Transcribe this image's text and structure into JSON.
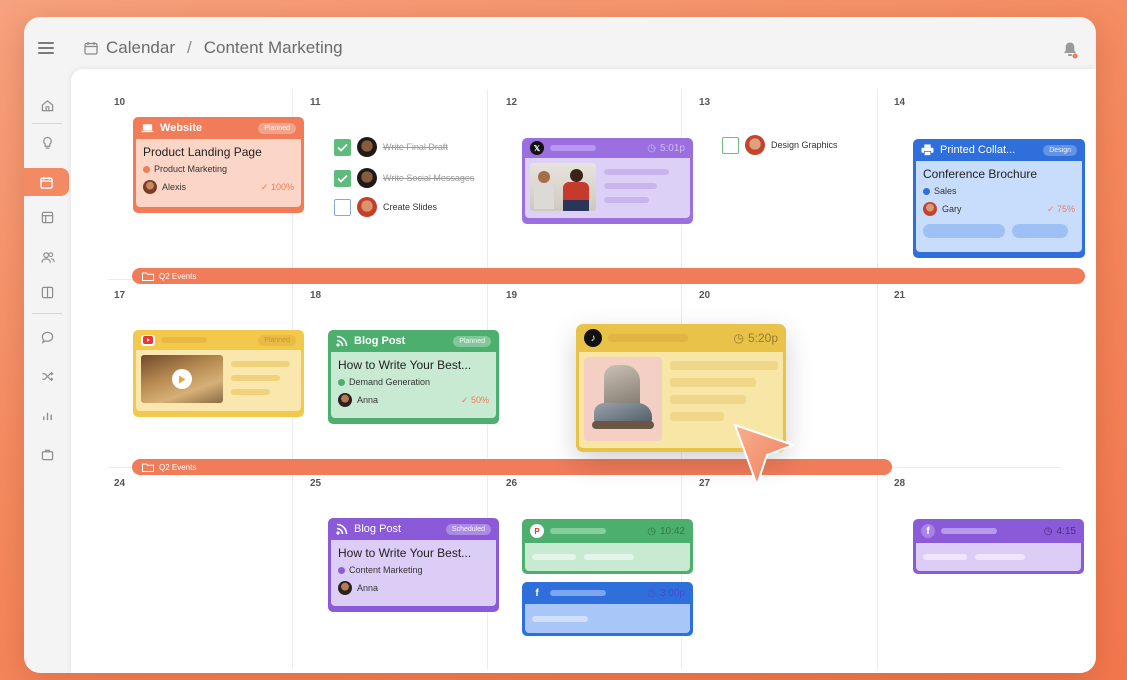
{
  "header": {
    "title": "Calendar",
    "separator": "/",
    "subtitle": "Content Marketing"
  },
  "sidebar": {
    "items": [
      {
        "icon": "home-icon"
      },
      {
        "icon": "lightbulb-icon"
      },
      {
        "icon": "calendar-icon",
        "active": true
      },
      {
        "icon": "layout-icon"
      },
      {
        "icon": "users-icon"
      },
      {
        "icon": "book-icon"
      },
      {
        "icon": "chat-icon"
      },
      {
        "icon": "shuffle-icon"
      },
      {
        "icon": "bar-chart-icon"
      },
      {
        "icon": "briefcase-icon"
      }
    ]
  },
  "days": {
    "d10": "10",
    "d11": "11",
    "d12": "12",
    "d13": "13",
    "d14": "14",
    "d17": "17",
    "d18": "18",
    "d19": "19",
    "d20": "20",
    "d21": "21",
    "d24": "24",
    "d25": "25",
    "d26": "26",
    "d27": "27",
    "d28": "28"
  },
  "cards": {
    "website": {
      "category": "Website",
      "status": "Planned",
      "title": "Product Landing Page",
      "tag": "Product Marketing",
      "user": "Alexis",
      "progress": "100%"
    },
    "print": {
      "category": "Printed Collat...",
      "status": "Design",
      "title": "Conference Brochure",
      "tag": "Sales",
      "user": "Gary",
      "progress": "75%"
    },
    "blog1": {
      "category": "Blog Post",
      "status": "Planned",
      "title": "How to Write Your Best...",
      "tag": "Demand Generation",
      "user": "Anna",
      "progress": "50%"
    },
    "blog2": {
      "category": "Blog Post",
      "status": "Scheduled",
      "title": "How to Write Your Best...",
      "tag": "Content Marketing",
      "user": "Anna"
    },
    "youtube": {
      "status": "Planned"
    },
    "x": {
      "time": "5:01p"
    },
    "tiktok": {
      "time": "5:20p"
    },
    "pinterest": {
      "time": "10:42"
    },
    "facebook1": {
      "time": "3:00p"
    },
    "facebook2": {
      "time": "4:15"
    }
  },
  "tasks": [
    {
      "label": "Write Final Draft",
      "done": true
    },
    {
      "label": "Write Social Messages",
      "done": true
    },
    {
      "label": "Create Slides",
      "done": false
    },
    {
      "label": "Design Graphics",
      "done": false
    }
  ],
  "events": {
    "row1": "Q2 Events",
    "row2": "Q2 Events"
  },
  "colors": {
    "accent": "#f28a63",
    "website": "#f07c5a",
    "blog_green": "#4caf6e",
    "blog_purple": "#8a5ad8",
    "print_blue": "#2f6fdb",
    "x_purple": "#9b6fe0",
    "youtube_yellow": "#f2c94c",
    "tiktok_yellow": "#e9c24a",
    "pinterest_green": "#4caf6e",
    "facebook_blue": "#2f6fdb",
    "facebook_purple": "#8a5ad8"
  }
}
